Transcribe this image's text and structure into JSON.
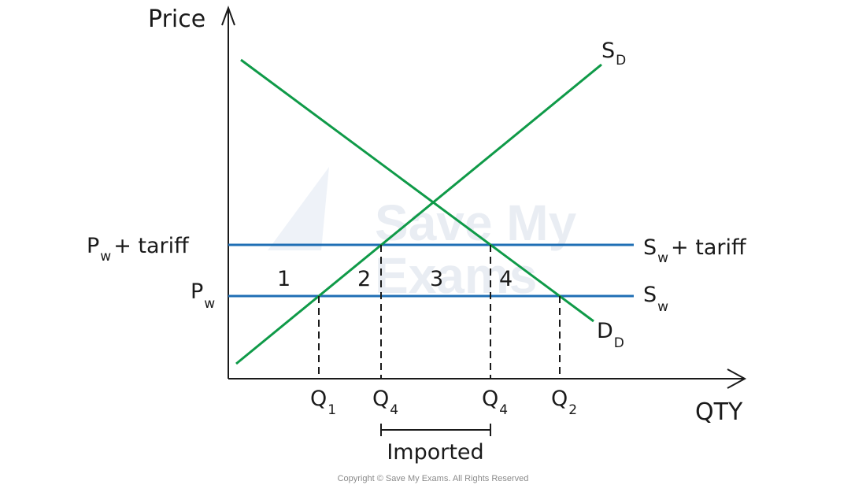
{
  "diagram": {
    "axes": {
      "y_label": "Price",
      "x_label": "QTY"
    },
    "curves": {
      "domestic_supply": {
        "main": "S",
        "sub": "D",
        "color": "#0f9a48"
      },
      "domestic_demand": {
        "main": "D",
        "sub": "D",
        "color": "#0f9a48"
      },
      "world_supply_tariff": {
        "main": "S",
        "sub": "w",
        "suffix": "+ tariff",
        "color": "#1f6fb5"
      },
      "world_supply": {
        "main": "S",
        "sub": "w",
        "color": "#1f6fb5"
      }
    },
    "price_labels": {
      "tariff_price": {
        "main": "P",
        "sub": "w",
        "suffix": "+ tariff"
      },
      "world_price": {
        "main": "P",
        "sub": "w"
      }
    },
    "quantity_labels": {
      "q1": {
        "main": "Q",
        "sub": "1"
      },
      "q4_left": {
        "main": "Q",
        "sub": "4"
      },
      "q4_right": {
        "main": "Q",
        "sub": "4"
      },
      "q2": {
        "main": "Q",
        "sub": "2"
      }
    },
    "areas": [
      "1",
      "2",
      "3",
      "4"
    ],
    "imported_label": "Imported",
    "watermark": {
      "line1": "Save My",
      "line2": "Exams"
    },
    "copyright": "Copyright © Save My Exams. All Rights Reserved"
  }
}
